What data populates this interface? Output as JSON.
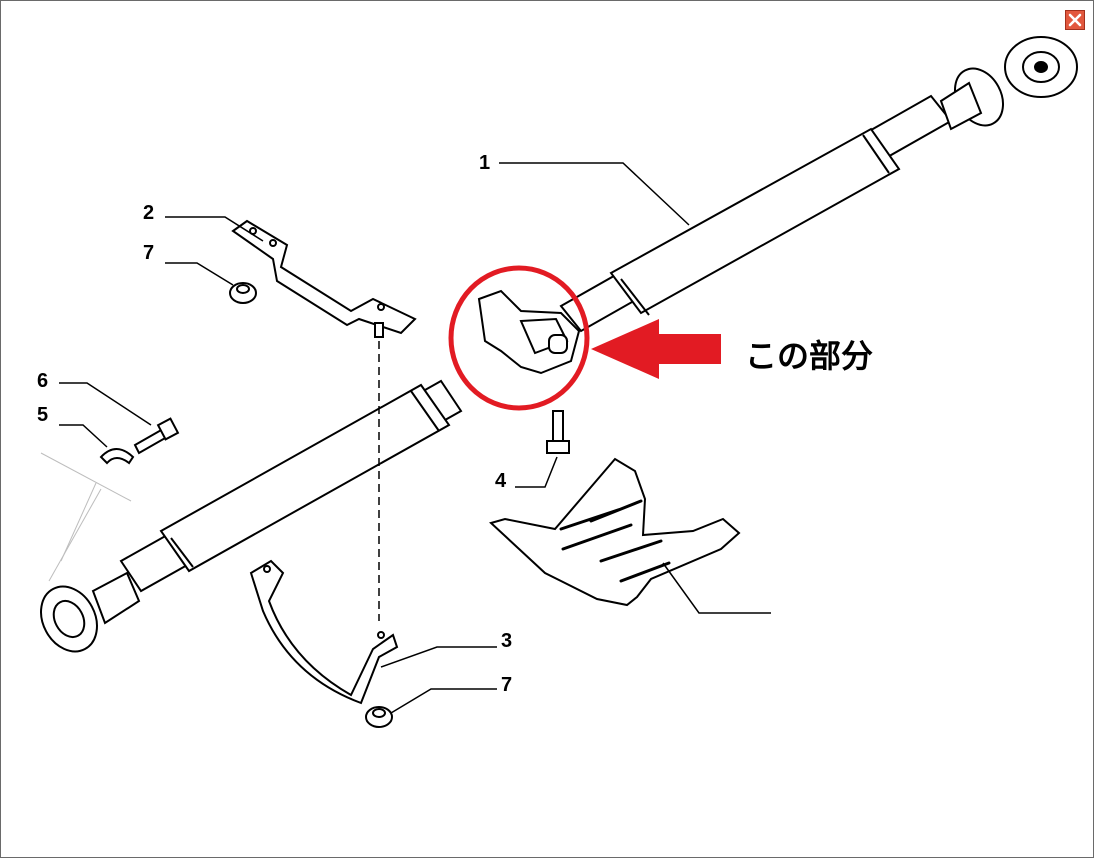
{
  "window": {
    "close_icon": "close-icon",
    "close_color": "#e2583e"
  },
  "parts": [
    {
      "id": "1",
      "label": "1"
    },
    {
      "id": "2",
      "label": "2"
    },
    {
      "id": "7a",
      "label": "7"
    },
    {
      "id": "6",
      "label": "6"
    },
    {
      "id": "5",
      "label": "5"
    },
    {
      "id": "4",
      "label": "4"
    },
    {
      "id": "3",
      "label": "3"
    },
    {
      "id": "7b",
      "label": "7"
    }
  ],
  "annotation": {
    "text": "この部分",
    "highlight_color": "#e21b23",
    "arrow_color": "#e21b23"
  }
}
